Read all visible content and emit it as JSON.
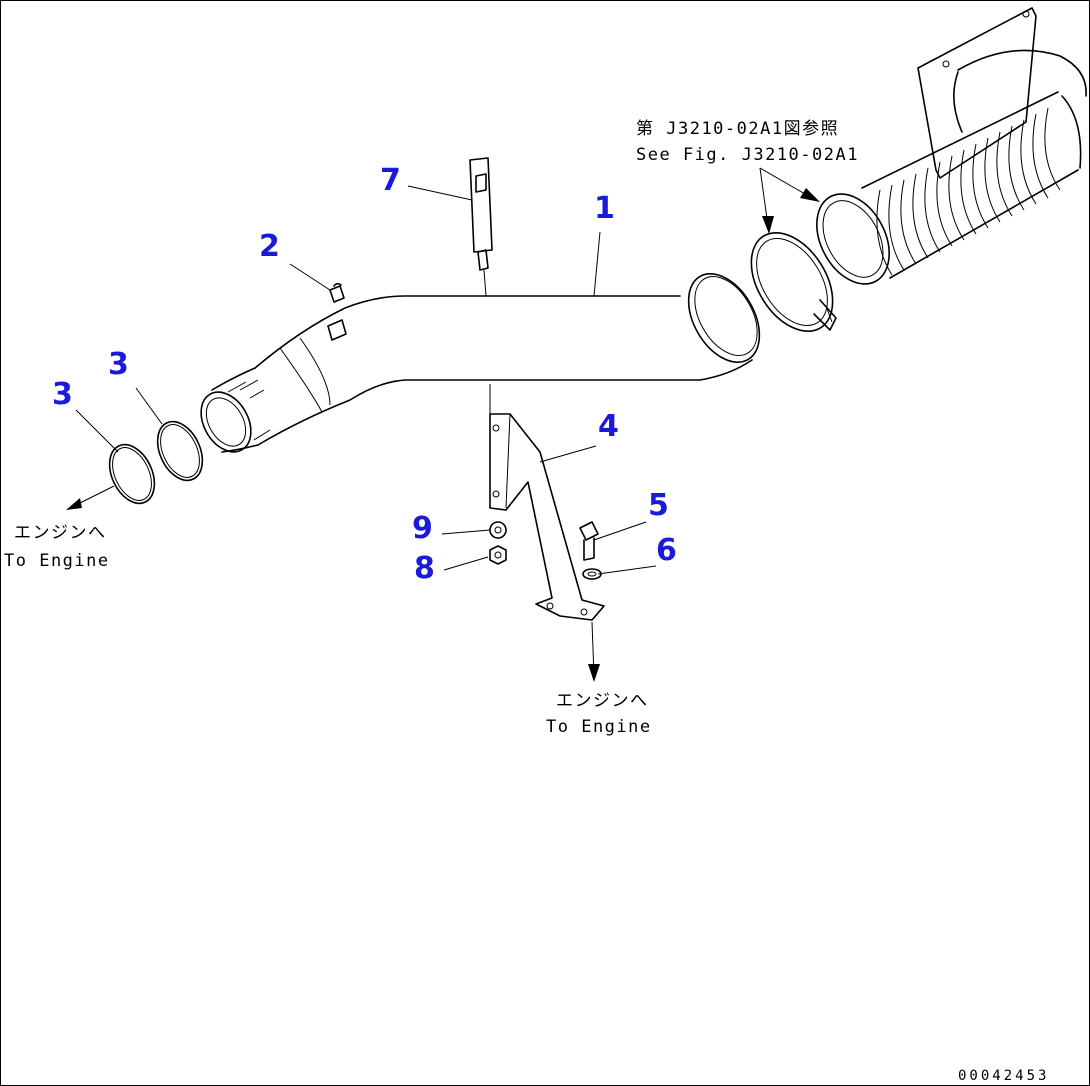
{
  "callouts": {
    "c1": "1",
    "c2": "2",
    "c3a": "3",
    "c3b": "3",
    "c4": "4",
    "c5": "5",
    "c6": "6",
    "c7": "7",
    "c8": "8",
    "c9": "9"
  },
  "notes": {
    "ref_jp": "第 J3210-02A1図参照",
    "ref_en": "See Fig. J3210-02A1",
    "to_engine_left_jp": "エンジンへ",
    "to_engine_left_en": "To Engine",
    "to_engine_bottom_jp": "エンジンへ",
    "to_engine_bottom_en": "To Engine"
  },
  "document_id": "00042453",
  "colors": {
    "callout": "#1a1adb",
    "line": "#000000",
    "background": "#ffffff"
  }
}
